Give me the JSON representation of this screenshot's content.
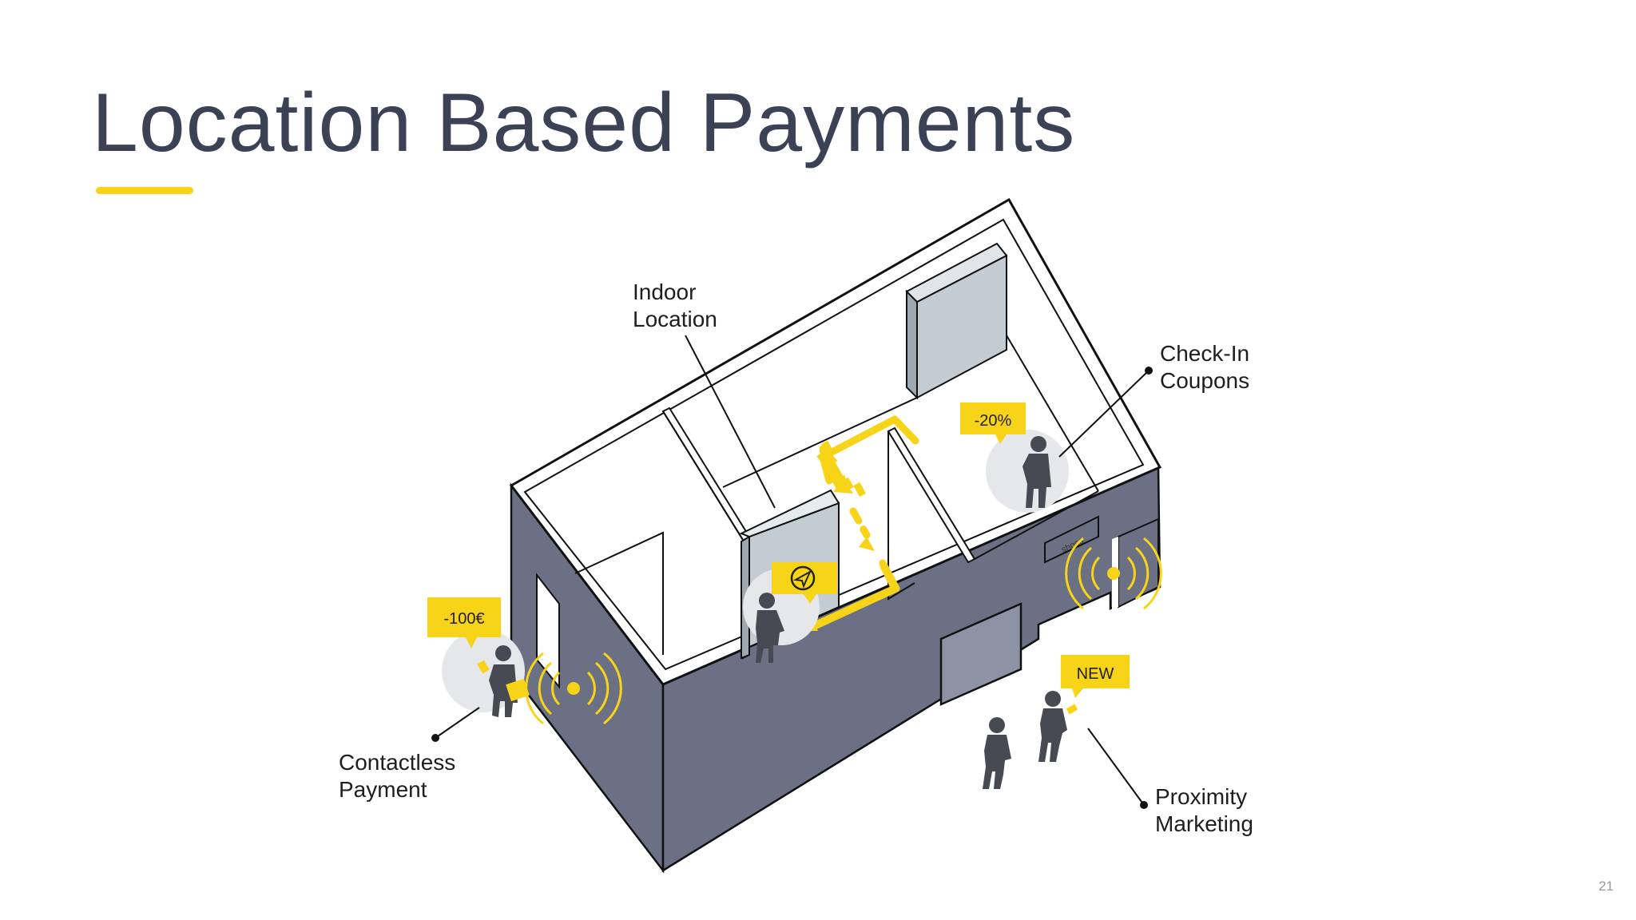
{
  "slide": {
    "title": "Location Based Payments",
    "page_number": "21",
    "accent_color": "#f7d417",
    "wall_color": "#6b7084",
    "shelf_color": "#c3ccd3"
  },
  "labels": {
    "indoor_location": [
      "Indoor",
      "Location"
    ],
    "check_in_coupons": [
      "Check-In",
      "Coupons"
    ],
    "contactless_payment": [
      "Contactless",
      "Payment"
    ],
    "proximity_marketing": [
      "Proximity",
      "Marketing"
    ]
  },
  "tags": {
    "minus_100": "-100€",
    "minus_20": "-20%",
    "new": "NEW",
    "navigation": "navigation-arrow-icon"
  },
  "sign": "shoes"
}
